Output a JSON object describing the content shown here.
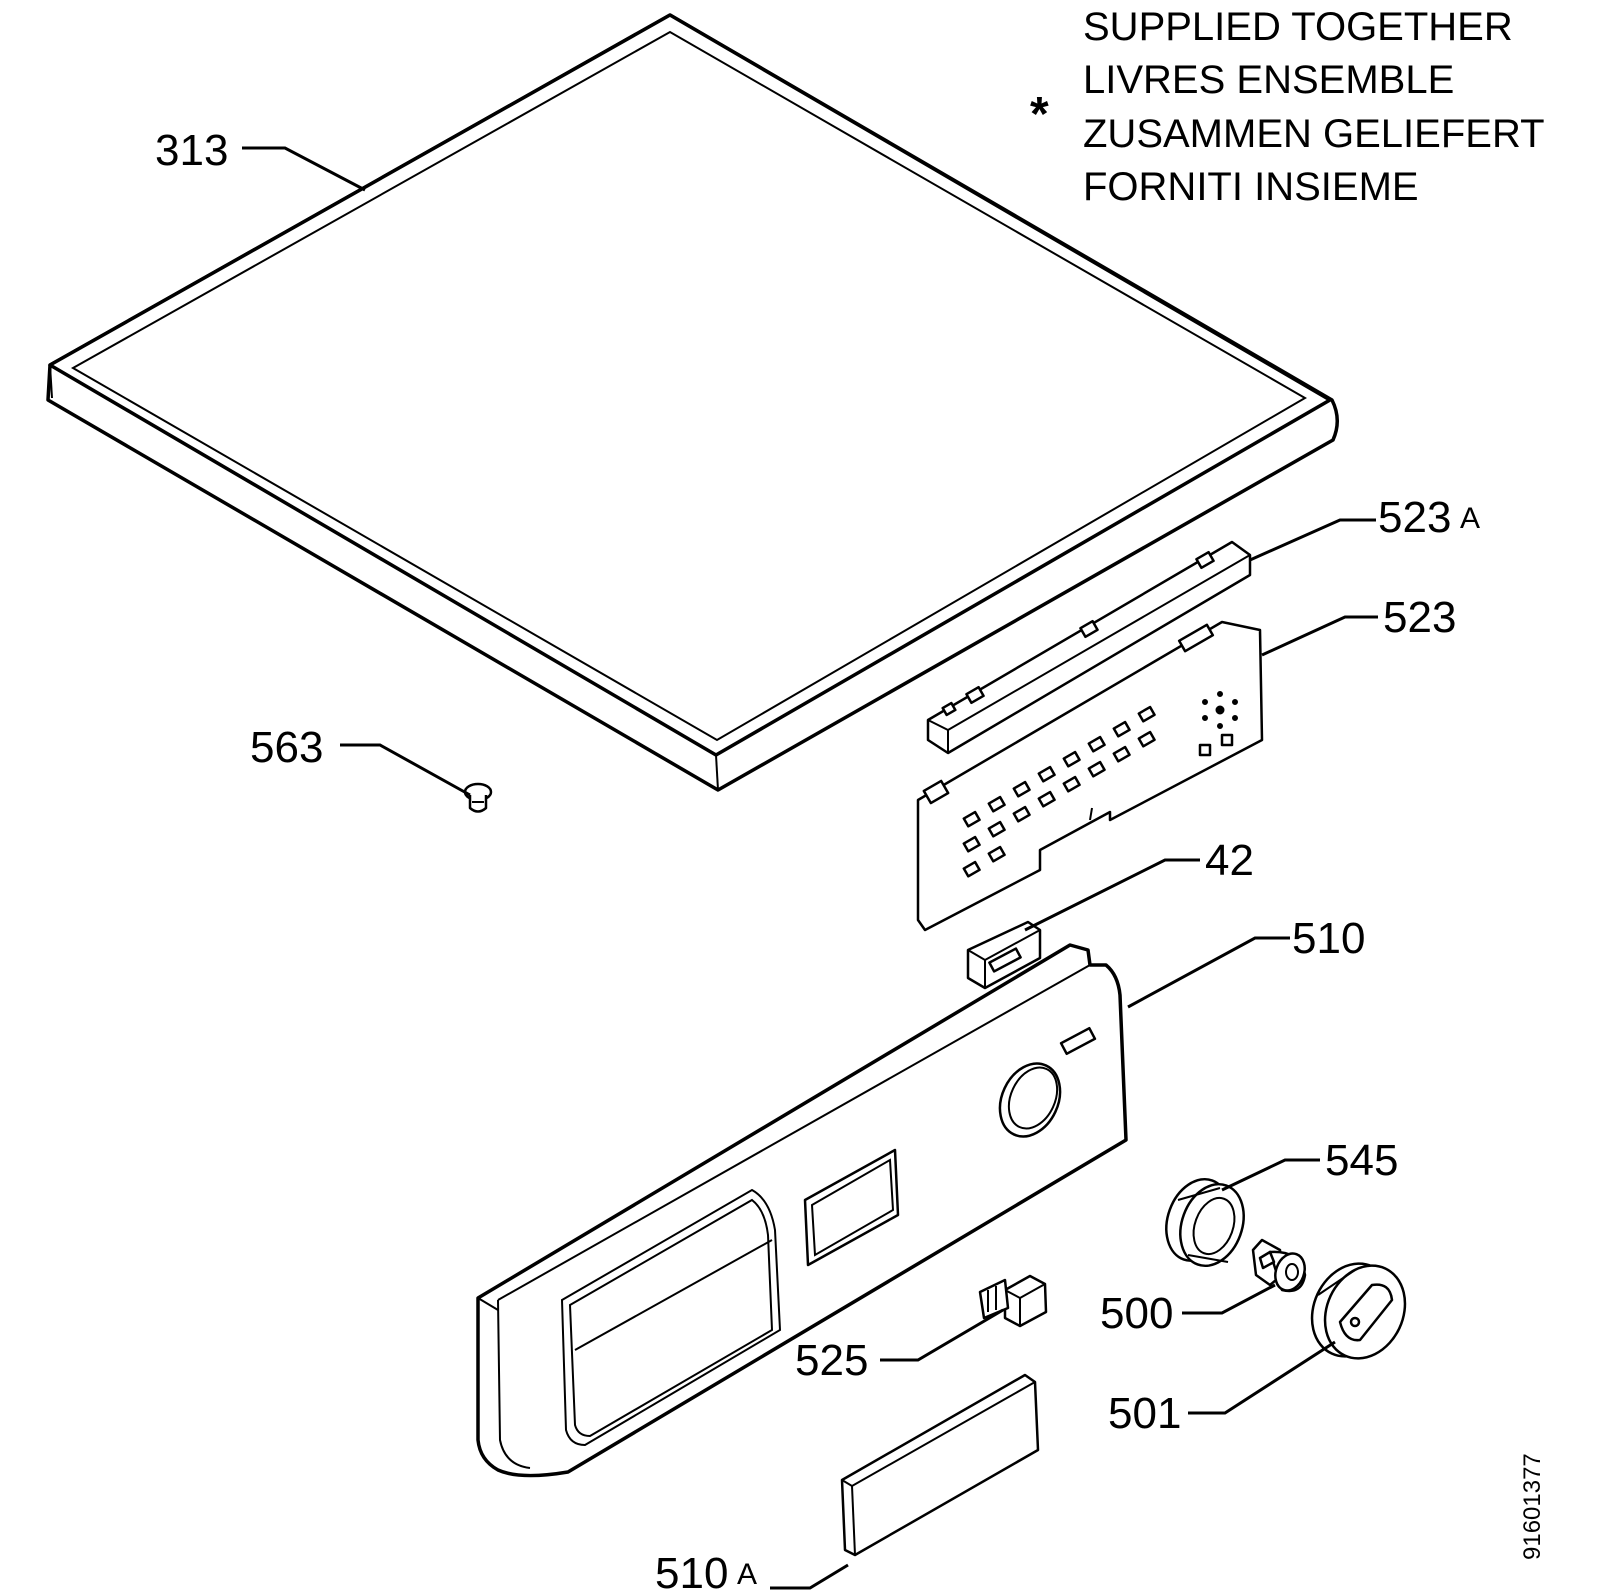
{
  "note": {
    "symbol": "*",
    "lines": [
      "SUPPLIED TOGETHER",
      "LIVRES ENSEMBLE",
      "ZUSAMMEN GELIEFERT",
      "FORNITI INSIEME"
    ]
  },
  "callouts": {
    "p313": "313",
    "p523a": "523",
    "p523a_suffix": "A",
    "p523": "523",
    "p563": "563",
    "p42": "42",
    "p510": "510",
    "p545": "545",
    "p500": "500",
    "p525": "525",
    "p501": "501",
    "p510a": "510",
    "p510a_suffix": "A"
  },
  "drawing_number": "91601377"
}
